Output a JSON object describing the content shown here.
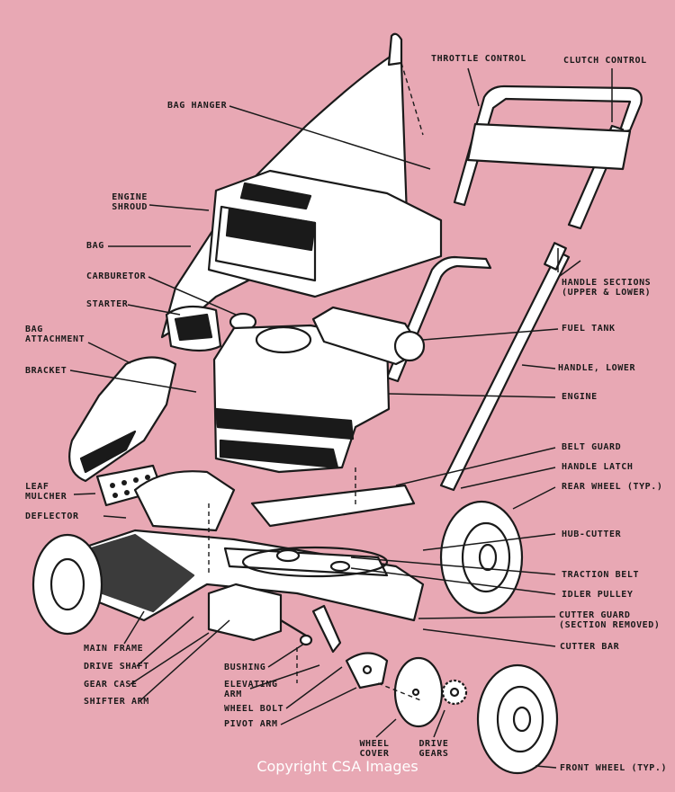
{
  "colors": {
    "background": "#e8a8b4",
    "ink": "#1a1a1a",
    "part_fill": "#ffffff"
  },
  "labels": {
    "throttle_control": "THROTTLE CONTROL",
    "clutch_control": "CLUTCH CONTROL",
    "bag_hanger": "BAG HANGER",
    "engine_shroud": "ENGINE\nSHROUD",
    "bag": "BAG",
    "carburetor": "CARBURETOR",
    "starter": "STARTER",
    "bag_attachment": "BAG\nATTACHMENT",
    "bracket": "BRACKET",
    "leaf_mulcher": "LEAF\nMULCHER",
    "deflector": "DEFLECTOR",
    "handle_sections": "HANDLE SECTIONS\n(UPPER & LOWER)",
    "fuel_tank": "FUEL TANK",
    "handle_lower": "HANDLE, LOWER",
    "engine": "ENGINE",
    "belt_guard": "BELT GUARD",
    "handle_latch": "HANDLE LATCH",
    "rear_wheel": "REAR WHEEL (TYP.)",
    "hub_cutter": "HUB-CUTTER",
    "traction_belt": "TRACTION BELT",
    "idler_pulley": "IDLER PULLEY",
    "cutter_guard": "CUTTER GUARD\n(SECTION REMOVED)",
    "cutter_bar": "CUTTER BAR",
    "main_frame": "MAIN FRAME",
    "drive_shaft": "DRIVE SHAFT",
    "gear_case": "GEAR CASE",
    "shifter_arm": "SHIFTER ARM",
    "bushing": "BUSHING",
    "elevating_arm": "ELEVATING\nARM",
    "wheel_bolt": "WHEEL BOLT",
    "pivot_arm": "PIVOT ARM",
    "wheel_cover": "WHEEL\nCOVER",
    "drive_gears": "DRIVE\nGEARS",
    "front_wheel": "FRONT WHEEL (TYP.)"
  },
  "watermark": "Copyright CSA Images"
}
